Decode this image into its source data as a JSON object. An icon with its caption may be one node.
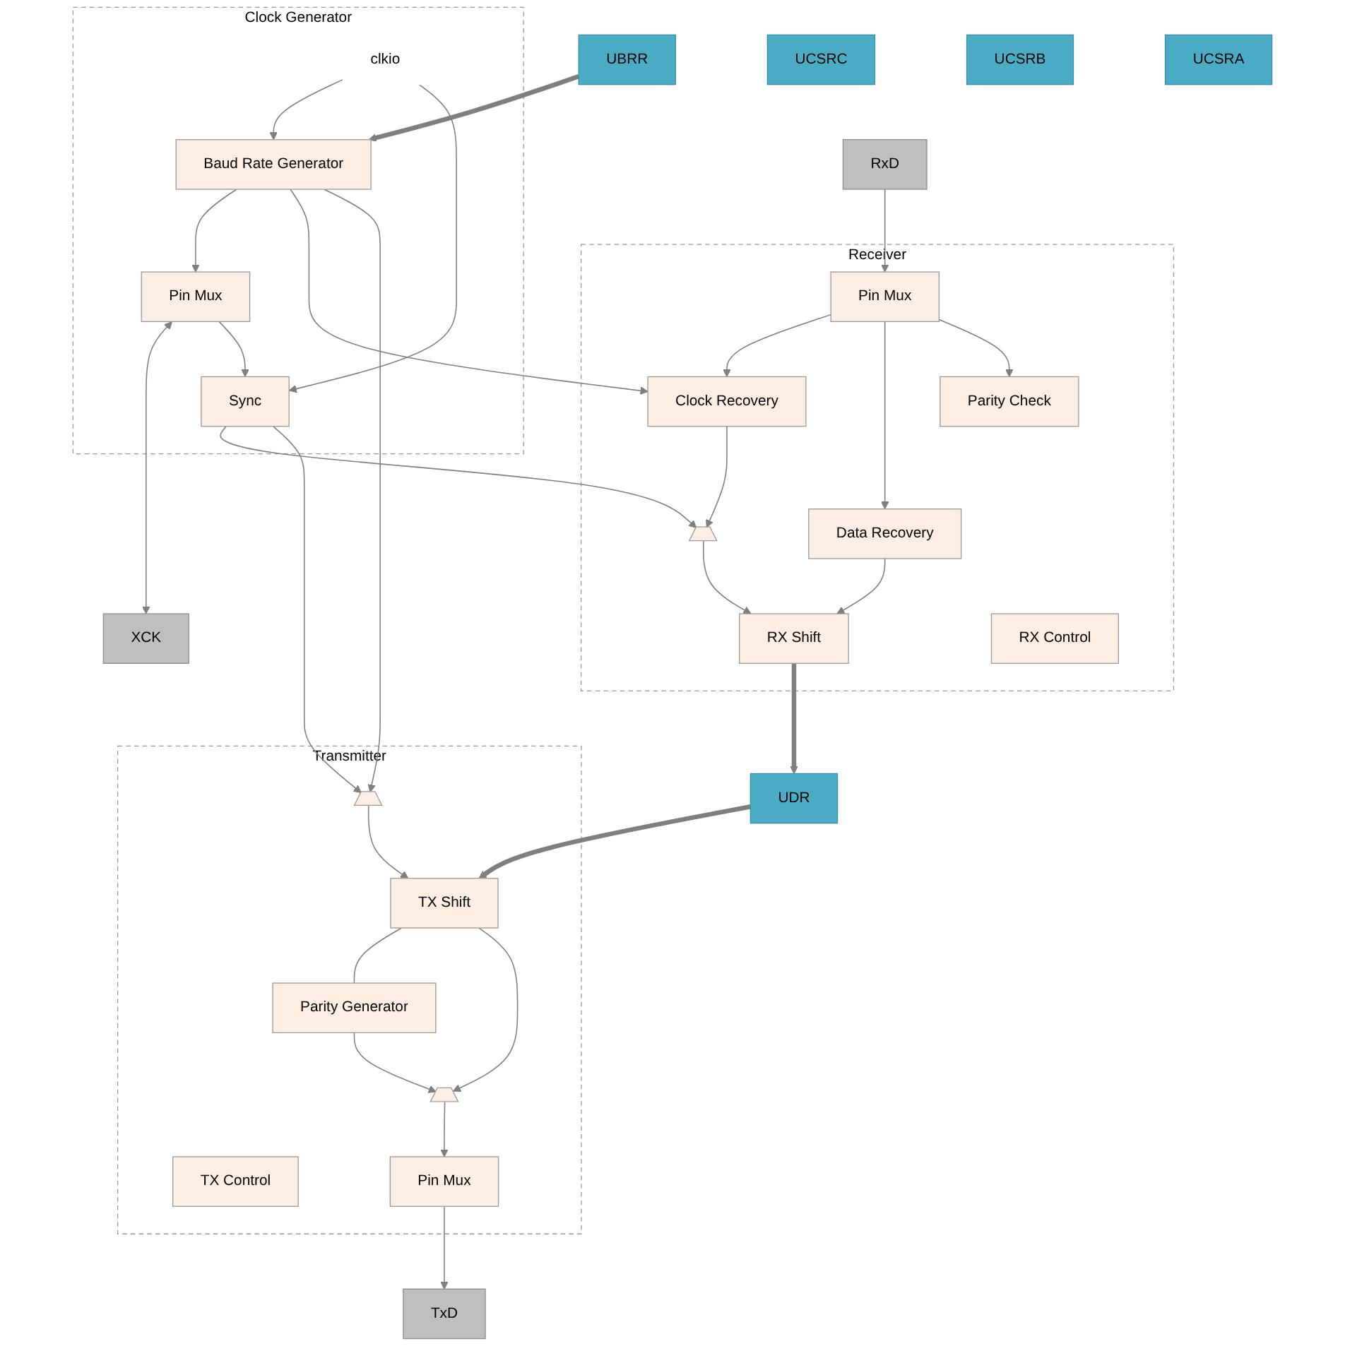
{
  "diagram": {
    "nodes": [
      {
        "text": [
          "UBRR"
        ]
      },
      {
        "text": [
          "UCSRC"
        ]
      },
      {
        "text": [
          "UCSRB"
        ]
      },
      {
        "text": [
          "UCSRA"
        ]
      },
      {
        "text": [
          "Clock Generator"
        ]
      },
      {
        "text": [
          "clkio"
        ],
        "in": 4
      },
      {
        "text": [
          "Baud Rate Generator"
        ],
        "in": 4
      },
      {
        "text": [
          "Pin Mux"
        ],
        "in": 4
      },
      {
        "text": [
          "Sync"
        ],
        "in": 4
      },
      {
        "text": [
          "XCK"
        ]
      },
      {
        "text": [
          "Receiver"
        ]
      },
      {
        "text": [
          "Clock Recovery"
        ],
        "in": 10
      },
      {
        "text": [],
        "shape": "trapezoid",
        "in": 10
      },
      {
        "text": [
          "Pin Mux"
        ],
        "in": 10
      },
      {
        "text": [
          "RxD"
        ]
      },
      {
        "text": [
          "RX Shift"
        ],
        "in": 10
      },
      {
        "text": [
          "Data Recovery"
        ],
        "in": 10
      },
      {
        "text": [
          "RX Control"
        ],
        "in": 10
      },
      {
        "text": [
          "Parity Check"
        ],
        "in": 10
      },
      {
        "text": [
          "UDR"
        ]
      },
      {
        "text": [
          "Transmitter"
        ]
      },
      {
        "text": [],
        "shape": "trapezoid",
        "in": 20
      },
      {
        "text": [
          "TX Control"
        ],
        "in": 20
      },
      {
        "text": [
          "Parity Generator"
        ],
        "in": 20
      },
      {
        "text": [
          "TX Shift"
        ],
        "in": 20
      },
      {
        "text": [],
        "shape": "trapezoid",
        "in": 20
      },
      {
        "text": [
          "Pin Mux"
        ],
        "in": 20
      },
      {
        "text": [
          "TxD"
        ]
      }
    ],
    "edges": [
      {
        "from": 0,
        "to": 6,
        "arrow": "to",
        "style": "thick"
      },
      {
        "from": 5,
        "to": 6,
        "arrow": "to"
      },
      {
        "from": 5,
        "to": 8,
        "arrow": "to"
      },
      {
        "from": 6,
        "to": 7,
        "arrow": "to"
      },
      {
        "from": 6,
        "to": 11,
        "arrow": "to"
      },
      {
        "from": 6,
        "to": 21,
        "arrow": "to"
      },
      {
        "from": 7,
        "to": 9,
        "arrow": "both"
      },
      {
        "from": 7,
        "to": 8,
        "arrow": "to"
      },
      {
        "from": 8,
        "to": 12,
        "arrow": "to"
      },
      {
        "from": 8,
        "to": 21,
        "arrow": "to"
      },
      {
        "from": 11,
        "to": 12,
        "arrow": "to"
      },
      {
        "from": 12,
        "to": 15,
        "arrow": "to"
      },
      {
        "from": 14,
        "to": 13,
        "arrow": "to"
      },
      {
        "from": 13,
        "to": 11,
        "arrow": "to"
      },
      {
        "from": 13,
        "to": 16,
        "arrow": "to"
      },
      {
        "from": 13,
        "to": 18,
        "arrow": "to"
      },
      {
        "from": 16,
        "to": 15,
        "arrow": "to"
      },
      {
        "from": 15,
        "to": 19,
        "arrow": "to",
        "style": "thick"
      },
      {
        "from": 19,
        "to": 24,
        "arrow": "to",
        "style": "thick"
      },
      {
        "from": 21,
        "to": 24,
        "arrow": "to"
      },
      {
        "from": 24,
        "to": 23,
        "arrow": "none"
      },
      {
        "from": 24,
        "to": 25,
        "arrow": "to"
      },
      {
        "from": 23,
        "to": 25,
        "arrow": "to"
      },
      {
        "from": 25,
        "to": 26,
        "arrow": "to"
      },
      {
        "from": 26,
        "to": 27,
        "arrow": "to"
      }
    ]
  }
}
